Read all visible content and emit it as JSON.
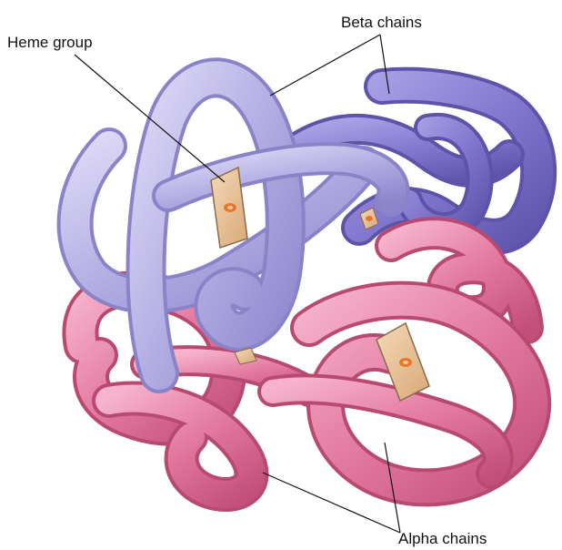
{
  "labels": {
    "heme_group": "Heme group",
    "beta_chains": "Beta chains",
    "alpha_chains": "Alpha chains"
  },
  "colors": {
    "beta_light": "#b9b4e6",
    "beta_dark": "#8a82cf",
    "alpha": "#e27aa0",
    "alpha_dark": "#c9577e",
    "heme": "#e8c49c"
  }
}
